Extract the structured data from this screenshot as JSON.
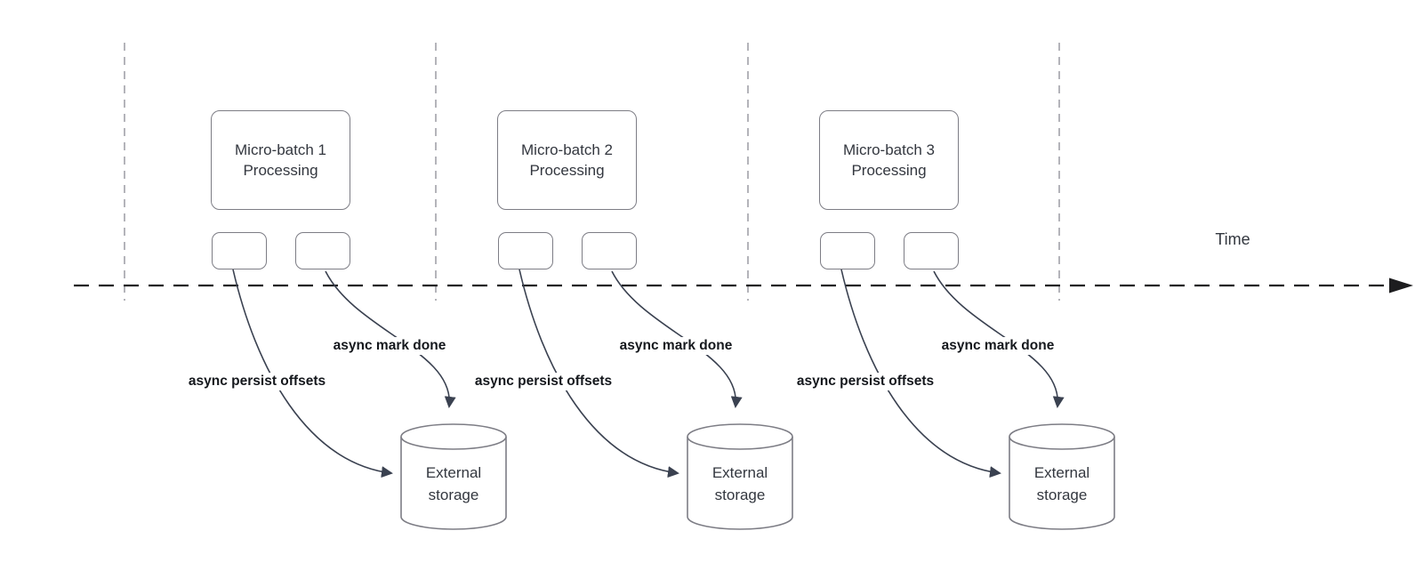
{
  "colors": {
    "stroke-dark": "#3a4150",
    "stroke-gray": "#7d7d85",
    "timeline": "#1d1d1f",
    "guide": "#b4b4ba",
    "text": "#33373f",
    "label": "#15181d"
  },
  "time_label": "Time",
  "groups": [
    {
      "title": "Micro-batch 1 Processing",
      "persist_label": "async persist offsets",
      "mark_label": "async mark done",
      "storage_label": "External storage"
    },
    {
      "title": "Micro-batch 2 Processing",
      "persist_label": "async persist offsets",
      "mark_label": "async mark done",
      "storage_label": "External storage"
    },
    {
      "title": "Micro-batch 3 Processing",
      "persist_label": "async persist offsets",
      "mark_label": "async mark done",
      "storage_label": "External storage"
    }
  ]
}
